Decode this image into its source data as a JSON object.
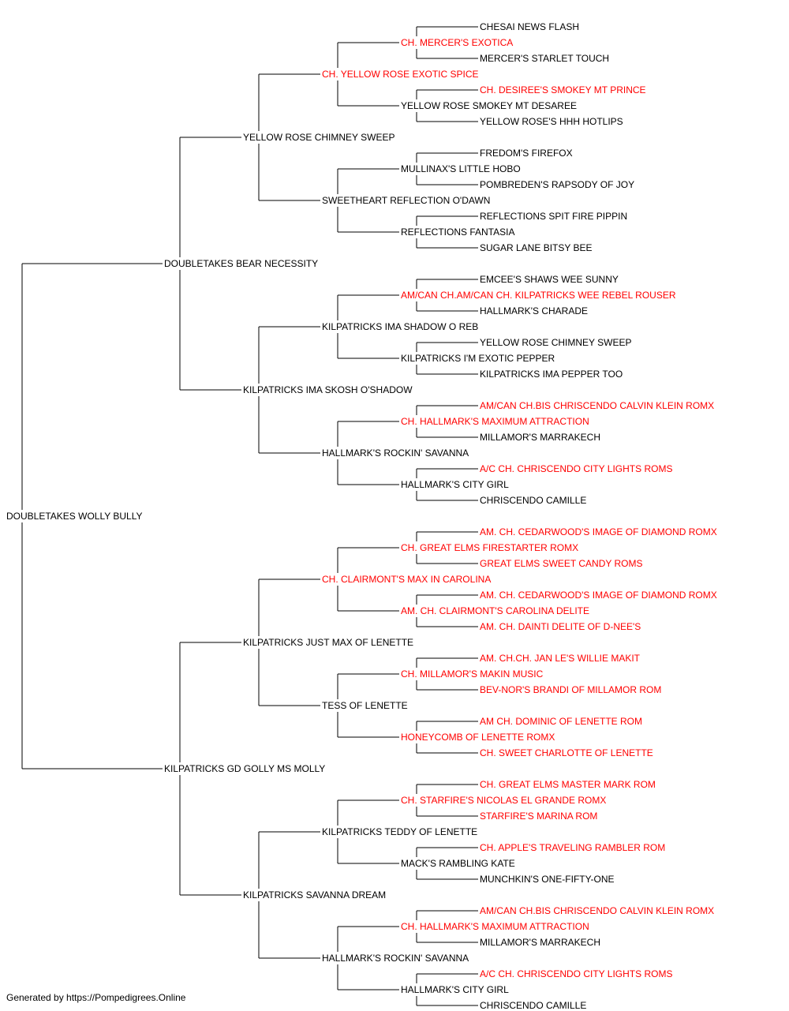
{
  "colors": {
    "line": "#000000",
    "champion": "#ff0000",
    "normal": "#000000"
  },
  "footer": "Generated by https://Pompedigrees.Online",
  "pedigree": {
    "name": "DOUBLETAKES WOLLY BULLY",
    "champion": false,
    "sire": {
      "name": "DOUBLETAKES BEAR NECESSITY",
      "champion": false,
      "sire": {
        "name": "YELLOW ROSE CHIMNEY SWEEP",
        "champion": false,
        "sire": {
          "name": "CH. YELLOW ROSE EXOTIC SPICE",
          "champion": true,
          "sire": {
            "name": "CH. MERCER'S EXOTICA",
            "champion": true,
            "sire": {
              "name": "CHESAI NEWS FLASH",
              "champion": false
            },
            "dam": {
              "name": "MERCER'S STARLET TOUCH",
              "champion": false
            }
          },
          "dam": {
            "name": "YELLOW ROSE SMOKEY MT DESAREE",
            "champion": false,
            "sire": {
              "name": "CH. DESIREE'S SMOKEY MT PRINCE",
              "champion": true
            },
            "dam": {
              "name": "YELLOW ROSE'S HHH HOTLIPS",
              "champion": false
            }
          }
        },
        "dam": {
          "name": "SWEETHEART REFLECTION O'DAWN",
          "champion": false,
          "sire": {
            "name": "MULLINAX'S LITTLE HOBO",
            "champion": false,
            "sire": {
              "name": "FREDOM'S FIREFOX",
              "champion": false
            },
            "dam": {
              "name": "POMBREDEN'S RAPSODY OF JOY",
              "champion": false
            }
          },
          "dam": {
            "name": "REFLECTIONS FANTASIA",
            "champion": false,
            "sire": {
              "name": "REFLECTIONS SPIT FIRE PIPPIN",
              "champion": false
            },
            "dam": {
              "name": "SUGAR LANE BITSY BEE",
              "champion": false
            }
          }
        }
      },
      "dam": {
        "name": "KILPATRICKS IMA SKOSH O'SHADOW",
        "champion": false,
        "sire": {
          "name": "KILPATRICKS IMA SHADOW O REB",
          "champion": false,
          "sire": {
            "name": "AM/CAN CH.AM/CAN CH. KILPATRICKS WEE REBEL ROUSER",
            "champion": true,
            "sire": {
              "name": "EMCEE'S SHAWS WEE SUNNY",
              "champion": false
            },
            "dam": {
              "name": "HALLMARK'S CHARADE",
              "champion": false
            }
          },
          "dam": {
            "name": "KILPATRICKS I'M EXOTIC PEPPER",
            "champion": false,
            "sire": {
              "name": "YELLOW ROSE CHIMNEY SWEEP",
              "champion": false
            },
            "dam": {
              "name": "KILPATRICKS IMA PEPPER TOO",
              "champion": false
            }
          }
        },
        "dam": {
          "name": "HALLMARK'S ROCKIN' SAVANNA",
          "champion": false,
          "sire": {
            "name": "CH. HALLMARK'S MAXIMUM ATTRACTION",
            "champion": true,
            "sire": {
              "name": "AM/CAN CH.BIS CHRISCENDO CALVIN KLEIN ROMX",
              "champion": true
            },
            "dam": {
              "name": "MILLAMOR'S MARRAKECH",
              "champion": false
            }
          },
          "dam": {
            "name": "HALLMARK'S CITY GIRL",
            "champion": false,
            "sire": {
              "name": "A/C CH. CHRISCENDO CITY LIGHTS ROMS",
              "champion": true
            },
            "dam": {
              "name": "CHRISCENDO CAMILLE",
              "champion": false
            }
          }
        }
      }
    },
    "dam": {
      "name": "KILPATRICKS GD GOLLY MS MOLLY",
      "champion": false,
      "sire": {
        "name": "KILPATRICKS JUST MAX OF LENETTE",
        "champion": false,
        "sire": {
          "name": "CH. CLAIRMONT'S MAX IN CAROLINA",
          "champion": true,
          "sire": {
            "name": "CH. GREAT ELMS FIRESTARTER ROMX",
            "champion": true,
            "sire": {
              "name": "AM. CH. CEDARWOOD'S IMAGE OF DIAMOND ROMX",
              "champion": true
            },
            "dam": {
              "name": "GREAT ELMS SWEET CANDY ROMS",
              "champion": true
            }
          },
          "dam": {
            "name": "AM. CH. CLAIRMONT'S CAROLINA DELITE",
            "champion": true,
            "sire": {
              "name": "AM. CH. CEDARWOOD'S IMAGE OF DIAMOND ROMX",
              "champion": true
            },
            "dam": {
              "name": "AM. CH. DAINTI DELITE OF D-NEE'S",
              "champion": true
            }
          }
        },
        "dam": {
          "name": "TESS OF LENETTE",
          "champion": false,
          "sire": {
            "name": "CH. MILLAMOR'S MAKIN MUSIC",
            "champion": true,
            "sire": {
              "name": "AM. CH.CH. JAN LE'S WILLIE MAKIT",
              "champion": true
            },
            "dam": {
              "name": "BEV-NOR'S BRANDI OF MILLAMOR ROM",
              "champion": true
            }
          },
          "dam": {
            "name": "HONEYCOMB OF LENETTE ROMX",
            "champion": true,
            "sire": {
              "name": "AM CH. DOMINIC OF LENETTE ROM",
              "champion": true
            },
            "dam": {
              "name": "CH. SWEET CHARLOTTE OF LENETTE",
              "champion": true
            }
          }
        }
      },
      "dam": {
        "name": "KILPATRICKS SAVANNA DREAM",
        "champion": false,
        "sire": {
          "name": "KILPATRICKS TEDDY OF LENETTE",
          "champion": false,
          "sire": {
            "name": "CH. STARFIRE'S NICOLAS EL GRANDE ROMX",
            "champion": true,
            "sire": {
              "name": "CH. GREAT ELMS MASTER MARK ROM",
              "champion": true
            },
            "dam": {
              "name": "STARFIRE'S MARINA ROM",
              "champion": true
            }
          },
          "dam": {
            "name": "MACK'S RAMBLING KATE",
            "champion": false,
            "sire": {
              "name": "CH. APPLE'S TRAVELING RAMBLER ROM",
              "champion": true
            },
            "dam": {
              "name": "MUNCHKIN'S ONE-FIFTY-ONE",
              "champion": false
            }
          }
        },
        "dam": {
          "name": "HALLMARK'S ROCKIN' SAVANNA",
          "champion": false,
          "sire": {
            "name": "CH. HALLMARK'S MAXIMUM ATTRACTION",
            "champion": true,
            "sire": {
              "name": "AM/CAN CH.BIS CHRISCENDO CALVIN KLEIN ROMX",
              "champion": true
            },
            "dam": {
              "name": "MILLAMOR'S MARRAKECH",
              "champion": false
            }
          },
          "dam": {
            "name": "HALLMARK'S CITY GIRL",
            "champion": false,
            "sire": {
              "name": "A/C CH. CHRISCENDO CITY LIGHTS ROMS",
              "champion": true
            },
            "dam": {
              "name": "CHRISCENDO CAMILLE",
              "champion": false
            }
          }
        }
      }
    }
  }
}
